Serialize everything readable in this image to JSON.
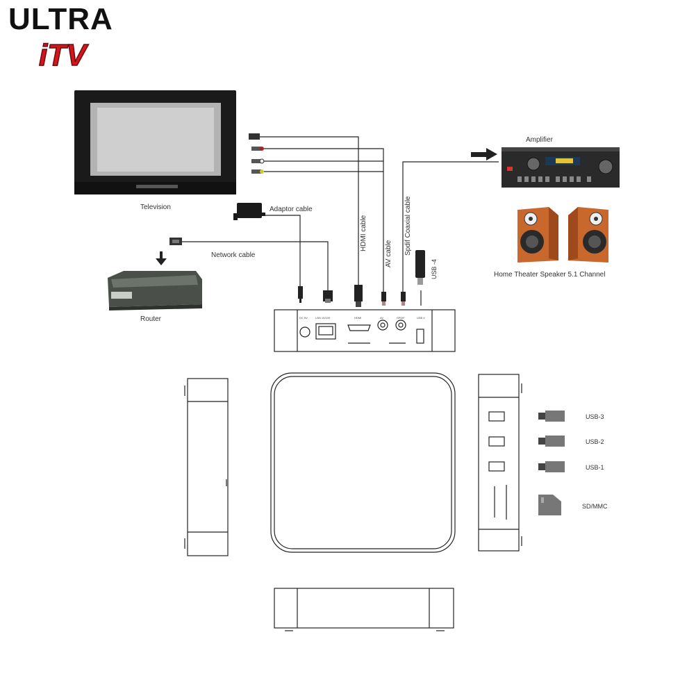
{
  "brand": {
    "line1": "ULTRA",
    "line2": "iTV"
  },
  "labels": {
    "television": "Television",
    "adaptor_cable": "Adaptor cable",
    "network_cable": "Network cable",
    "router": "Router",
    "hdmi_cable": "HDMI cable",
    "av_cable": "AV cable",
    "spdif_cable": "Spdif Coaxial cable",
    "usb4": "USB -4",
    "amplifier": "Amplifier",
    "speakers": "Home Theater Speaker 5.1 Channel",
    "usb3": "USB-3",
    "usb2": "USB-2",
    "usb1": "USB-1",
    "sdmmc": "SD/MMC"
  },
  "ports": {
    "dc": "DC 5V",
    "lan": "LAN 10/100",
    "hdmi": "HDMI",
    "av": "AV",
    "spdif": "SPDIF",
    "usb": "USB 4"
  },
  "colors": {
    "brand_black": "#111111",
    "brand_red": "#d4161c",
    "line": "#222222",
    "speaker_wood": "#c9682c"
  }
}
